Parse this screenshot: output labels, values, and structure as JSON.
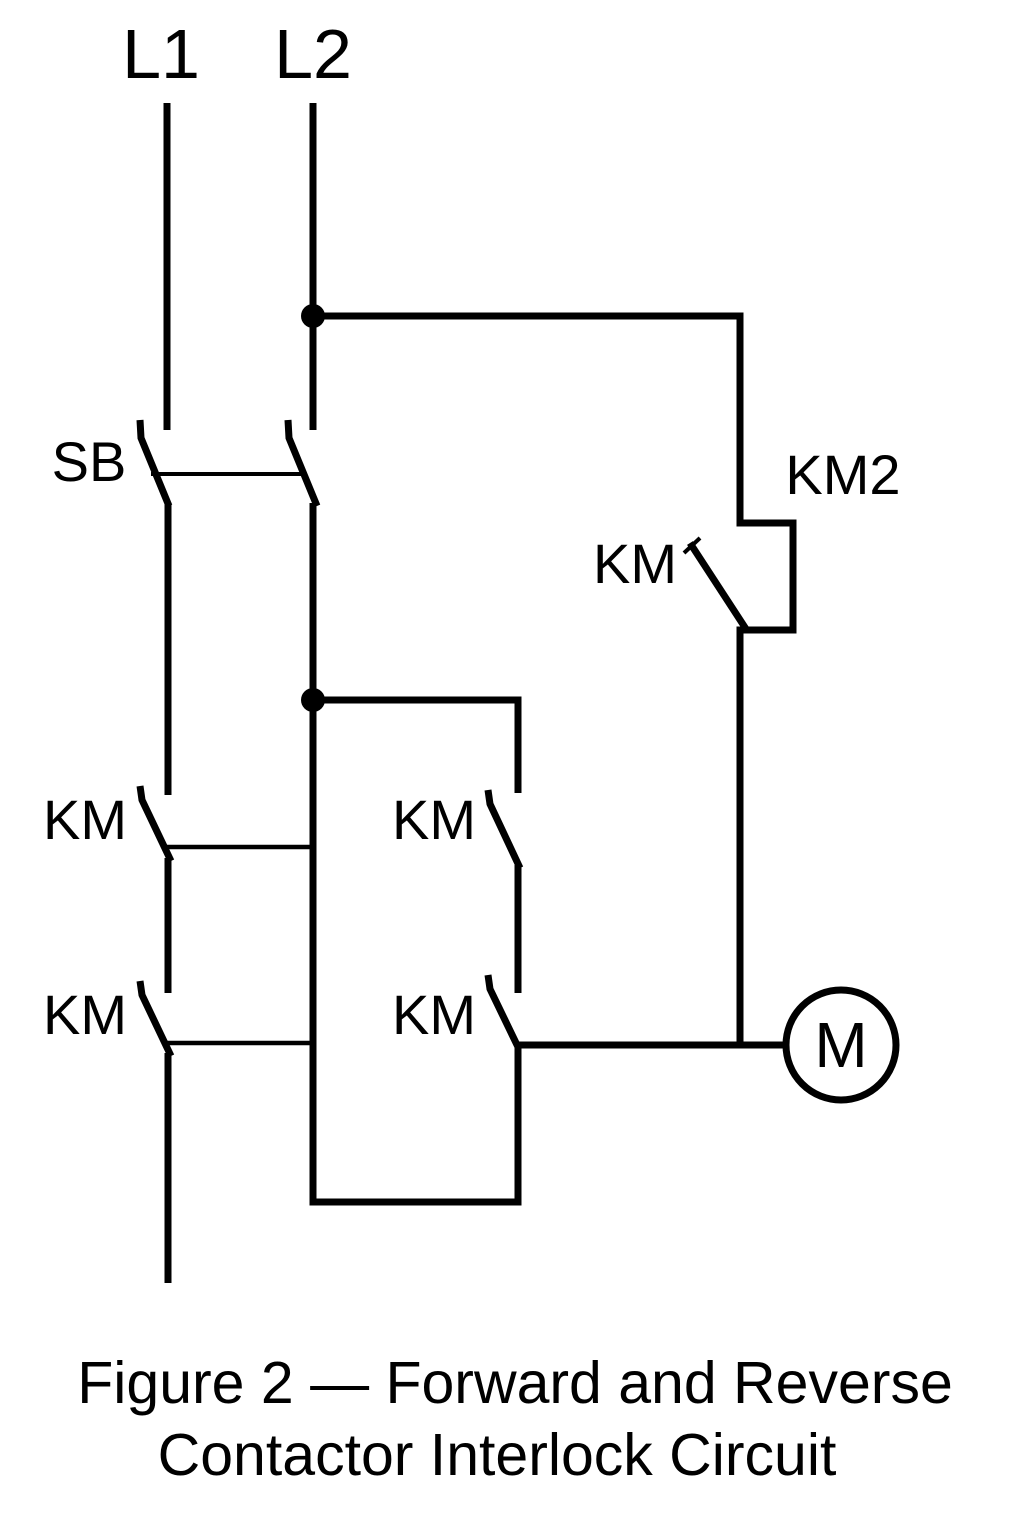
{
  "page": {
    "background_color": "#ffffff",
    "ink_color": "#000000"
  },
  "diagram": {
    "rail_labels": {
      "l1": "L1",
      "l2": "L2"
    },
    "switch_label": "SB",
    "contactor_label": "KM2",
    "contact_labels": {
      "interlock": "KM",
      "forward_top": "KM",
      "forward_bottom": "KM",
      "reverse_top": "KM",
      "reverse_bottom": "KM"
    },
    "motor_label": "M"
  },
  "caption": {
    "line1": "Figure 2 — Forward and Reverse",
    "line2": "Contactor Interlock Circuit"
  }
}
